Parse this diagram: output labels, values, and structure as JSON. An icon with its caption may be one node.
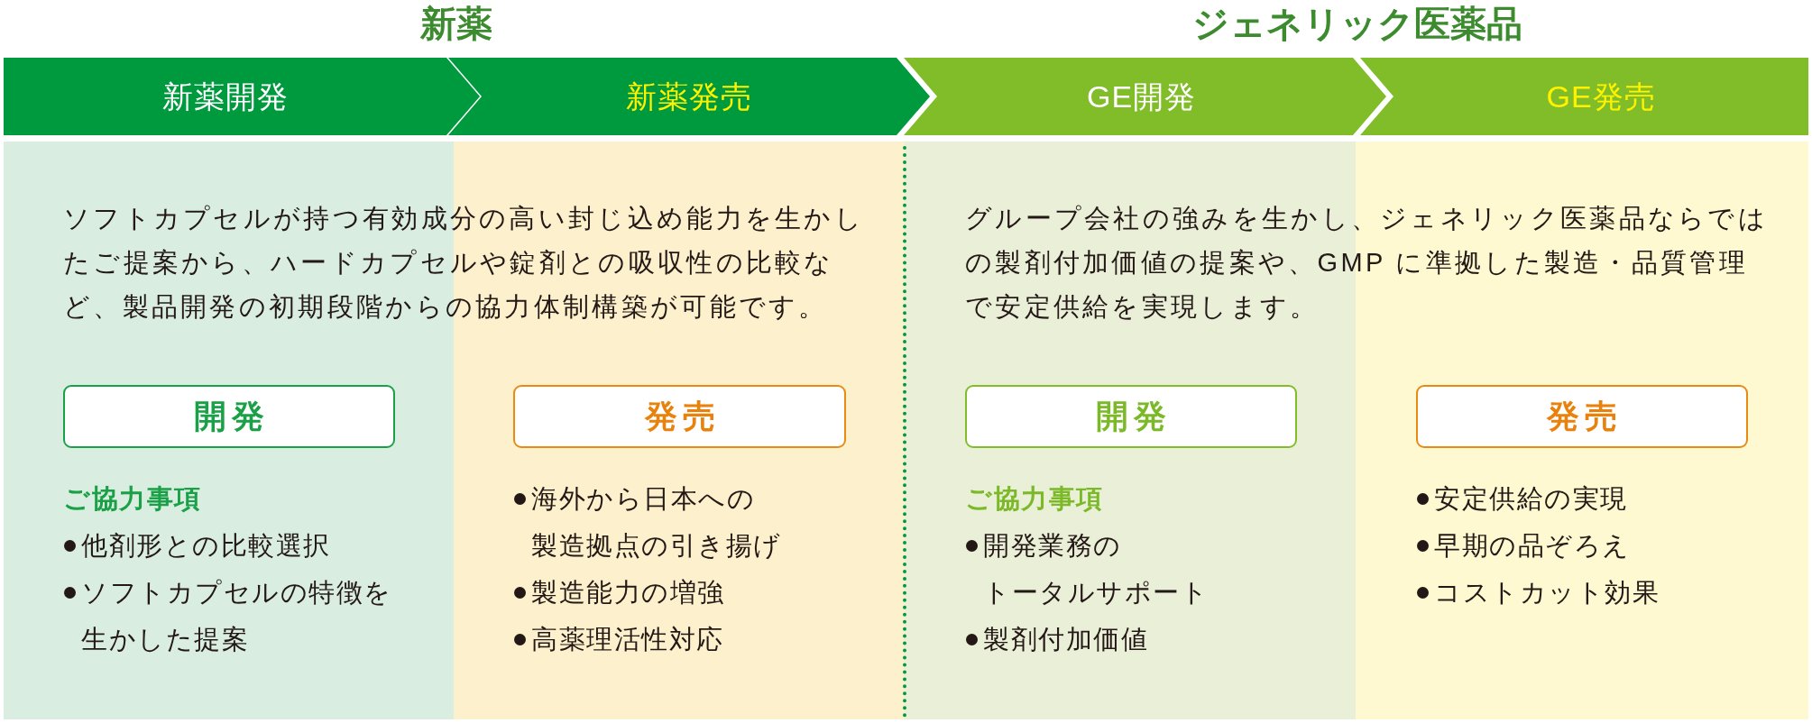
{
  "diagram": {
    "nodes": [
      {
        "text": [
          "新薬",
          "ソフトカプセルが持つ有効成分の高い封じ込め能力を生かしたご提案から、ハードカプセルや錠剤との吸収性の比較など、製品開発の初期段階からの協力体制構築が可能です。"
        ]
      },
      {
        "text": [
          "新薬開発"
        ],
        "in": 0
      },
      {
        "text": [
          "新薬発売"
        ],
        "in": 0
      },
      {
        "text": [
          "開発"
        ],
        "in": 0,
        "beside": [
          "ご協力事項",
          "他剤形との比較選択",
          "ソフトカプセルの特徴を生かした提案"
        ]
      },
      {
        "text": [
          "発売"
        ],
        "in": 0,
        "beside": [
          "海外から日本への製造拠点の引き揚げ",
          "製造能力の増強",
          "高薬理活性対応"
        ]
      },
      {
        "text": [
          "ジェネリック医薬品",
          "グループ会社の強みを生かし、ジェネリック医薬品ならではの製剤付加価値の提案や、GMP に準拠した製造・品質管理で安定供給を実現します。"
        ]
      },
      {
        "text": [
          "GE開発"
        ],
        "in": 5
      },
      {
        "text": [
          "GE発売"
        ],
        "in": 5
      },
      {
        "text": [
          "開発"
        ],
        "in": 5,
        "beside": [
          "ご協力事項",
          "開発業務のトータルサポート",
          "製剤付加価値"
        ]
      },
      {
        "text": [
          "発売"
        ],
        "in": 5,
        "beside": [
          "安定供給の実現",
          "早期の品ぞろえ",
          "コストカット効果"
        ]
      }
    ]
  }
}
